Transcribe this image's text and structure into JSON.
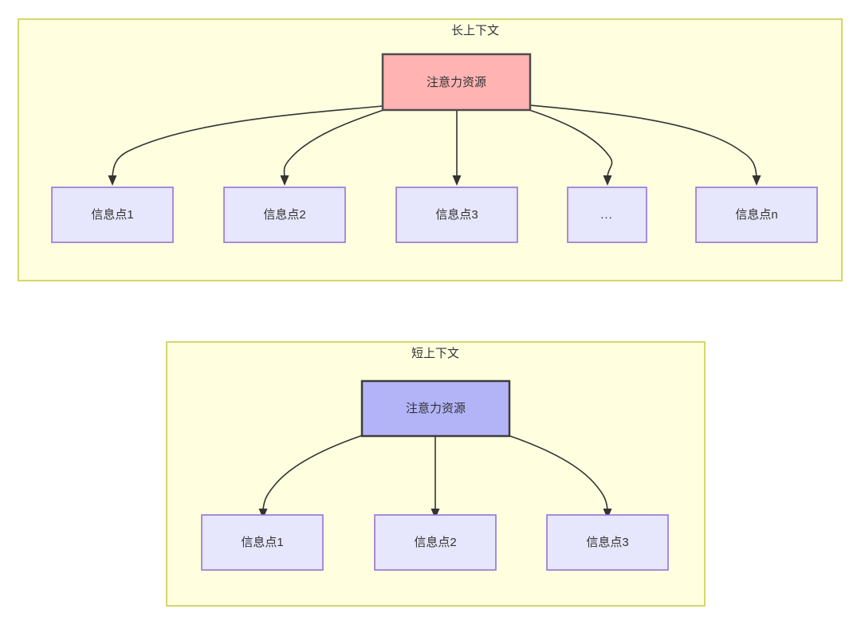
{
  "diagram": {
    "type": "flow-tree",
    "background": "#ffffff",
    "palette": {
      "group_fill": "#ffffe0",
      "group_stroke": "#d6d66b",
      "root_long_fill": "#ffb3b3",
      "root_long_stroke": "#4d4d4d",
      "root_short_fill": "#b3b3f7",
      "root_short_stroke": "#3d3d3d",
      "leaf_fill": "#e6e6fc",
      "leaf_stroke": "#9673d3",
      "edge_color": "#333333",
      "text_color": "#333333"
    },
    "groups": [
      {
        "id": "long-context",
        "title": "长上下文",
        "root": {
          "id": "root-long",
          "label": "注意力资源"
        },
        "leaves": [
          {
            "id": "long-leaf-1",
            "label": "信息点1"
          },
          {
            "id": "long-leaf-2",
            "label": "信息点2"
          },
          {
            "id": "long-leaf-3",
            "label": "信息点3"
          },
          {
            "id": "long-leaf-ellipsis",
            "label": "..."
          },
          {
            "id": "long-leaf-n",
            "label": "信息点n"
          }
        ]
      },
      {
        "id": "short-context",
        "title": "短上下文",
        "root": {
          "id": "root-short",
          "label": "注意力资源"
        },
        "leaves": [
          {
            "id": "short-leaf-1",
            "label": "信息点1"
          },
          {
            "id": "short-leaf-2",
            "label": "信息点2"
          },
          {
            "id": "short-leaf-3",
            "label": "信息点3"
          }
        ]
      }
    ]
  }
}
